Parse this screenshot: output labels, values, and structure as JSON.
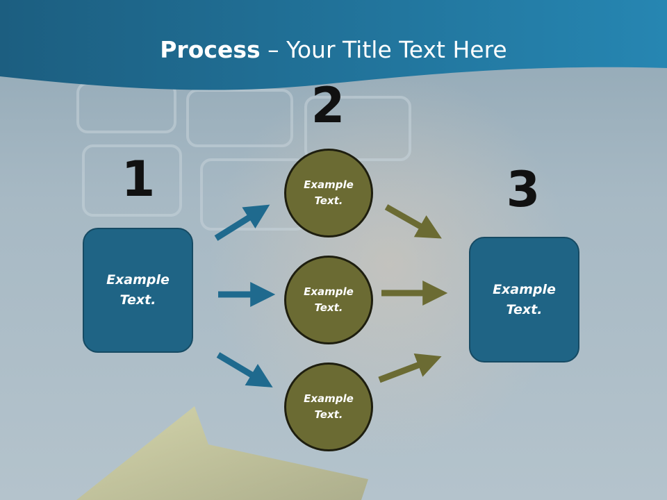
{
  "slide": {
    "title_bold": "Process",
    "title_rest": " – Your Title Text Here",
    "colors": {
      "header": "#1d6a90",
      "box": "#1f6485",
      "circle": "#6b6b33",
      "arrow_blue": "#1f6a8e",
      "arrow_olive": "#6b6b33"
    }
  },
  "steps": [
    {
      "number": "1",
      "label": "Example\nText."
    },
    {
      "number": "2",
      "circles": [
        "Example\nText.",
        "Example\nText.",
        "Example\nText."
      ]
    },
    {
      "number": "3",
      "label": "Example\nText."
    }
  ]
}
